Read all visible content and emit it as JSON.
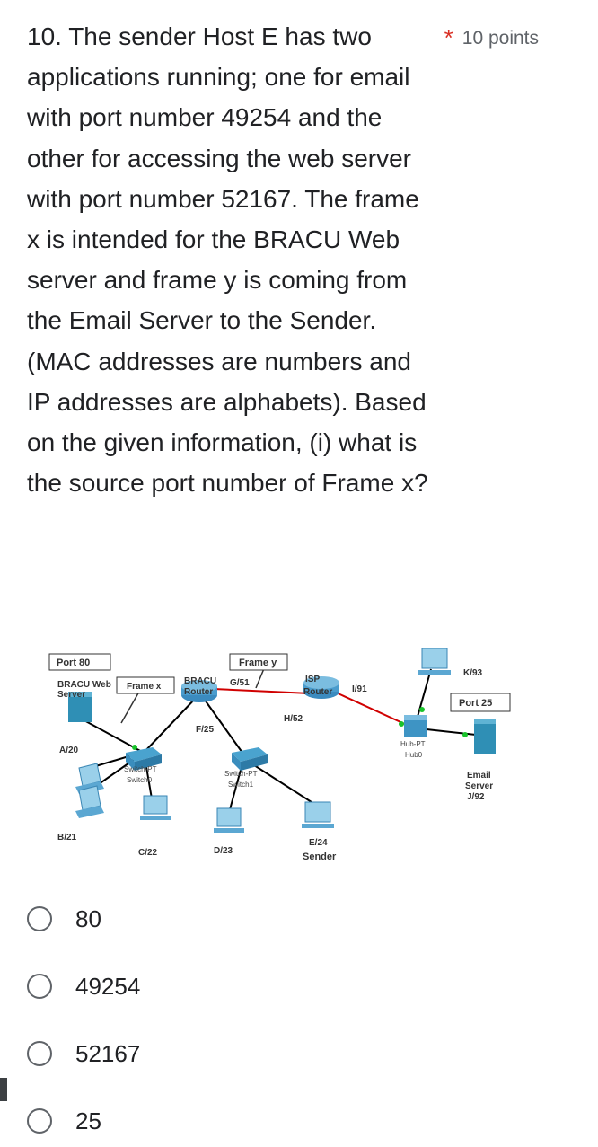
{
  "question": {
    "text": "10. The sender Host E has two applications running; one for email with port number 49254 and the other for accessing the web server with port number 52167. The frame x is intended for the BRACU Web server and frame y is coming from the Email Server to the Sender. (MAC addresses are numbers and IP addresses are alphabets). Based on the given information, (i) what is the source port number of Frame x?",
    "required_mark": "*",
    "points": "10 points"
  },
  "diagram": {
    "labels": {
      "port80": "Port 80",
      "frame_y": "Frame y",
      "bracu_web": "BRACU Web",
      "server": "Server",
      "frame_x": "Frame x",
      "bracu": "BRACU",
      "g51": "G/51",
      "router": "Router",
      "isp": "ISP",
      "isp_router": "Router",
      "i91": "I/91",
      "k93": "K/93",
      "port25": "Port 25",
      "f25": "F/25",
      "h52": "H/52",
      "a20": "A/20",
      "hub_pt": "Hub-PT",
      "hub0": "Hub0",
      "switch_pt": "Switch-PT",
      "switch0": "Switch0",
      "switch_pt2": "Switch-PT",
      "switch1": "Switch1",
      "email": "Email",
      "email_server": "Server",
      "j92": "J/92",
      "b21": "B/21",
      "c22": "C/22",
      "d23": "D/23",
      "e24": "E/24",
      "sender": "Sender"
    }
  },
  "options": [
    {
      "label": "80"
    },
    {
      "label": "49254"
    },
    {
      "label": "52167"
    },
    {
      "label": "25"
    }
  ]
}
